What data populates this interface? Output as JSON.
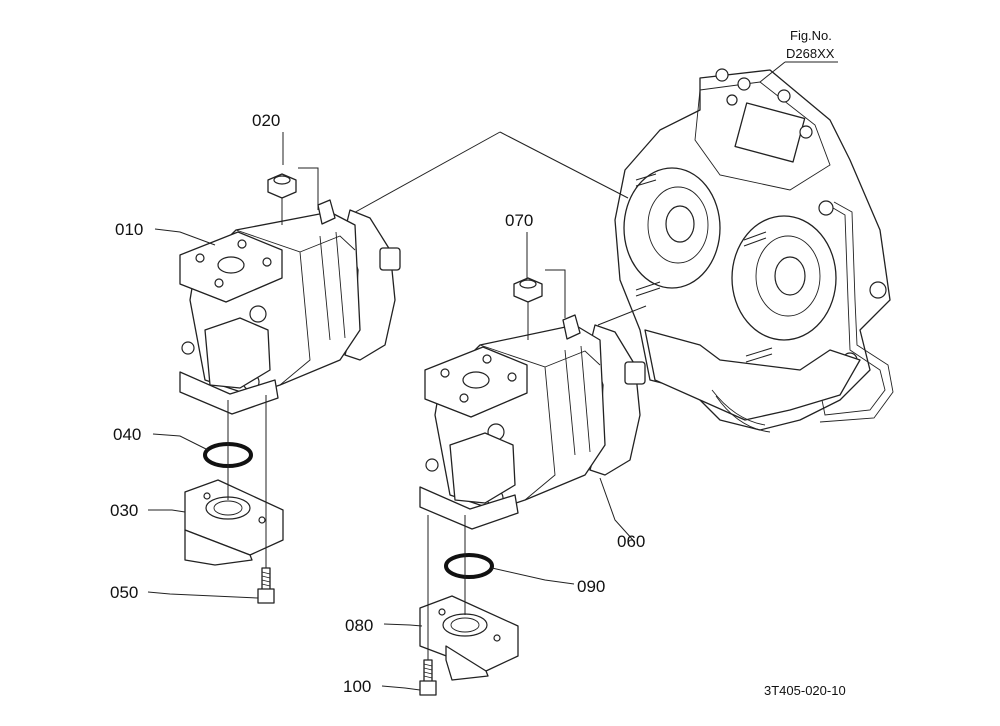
{
  "figure": {
    "fig_label": "Fig.No.",
    "fig_number": "D268XX",
    "drawing_code": "3T405-020-10"
  },
  "callouts": [
    {
      "id": "c010",
      "label": "010"
    },
    {
      "id": "c020",
      "label": "020"
    },
    {
      "id": "c030",
      "label": "030"
    },
    {
      "id": "c040",
      "label": "040"
    },
    {
      "id": "c050",
      "label": "050"
    },
    {
      "id": "c060",
      "label": "060"
    },
    {
      "id": "c070",
      "label": "070"
    },
    {
      "id": "c080",
      "label": "080"
    },
    {
      "id": "c090",
      "label": "090"
    },
    {
      "id": "c100",
      "label": "100"
    }
  ]
}
